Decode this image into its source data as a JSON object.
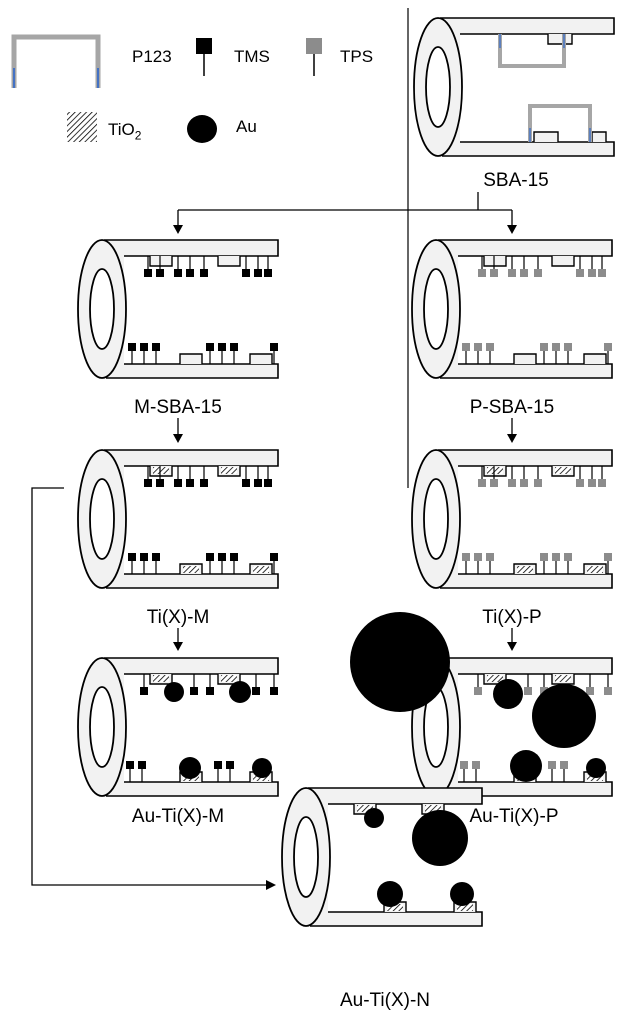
{
  "legend": {
    "p123": "P123",
    "tms": "TMS",
    "tps": "TPS",
    "tio2_main": "TiO",
    "tio2_sub": "2",
    "au": "Au"
  },
  "labels": {
    "sba15": "SBA-15",
    "m_sba15": "M-SBA-15",
    "p_sba15": "P-SBA-15",
    "ti_m": "Ti(X)-M",
    "ti_p": "Ti(X)-P",
    "au_ti_m": "Au-Ti(X)-M",
    "au_ti_p": "Au-Ti(X)-P",
    "au_ti_n": "Au-Ti(X)-N"
  },
  "colors": {
    "tube_fill": "#f2f2f2",
    "stroke": "#000000",
    "p123": "#a6a6a6",
    "p123_tips": "#4472c4",
    "tms": "#000000",
    "tps": "#8c8c8c",
    "gold": "#000000"
  }
}
